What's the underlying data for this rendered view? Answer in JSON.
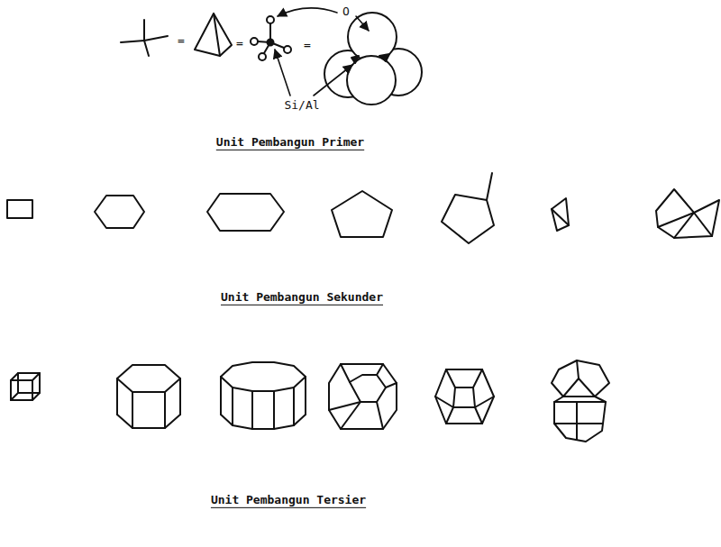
{
  "diagram": {
    "labels": [
      "=",
      "=",
      "=",
      "O",
      "Si/Al",
      "Unit Pembangun Primer",
      "Unit Pembangun Sekunder",
      "Unit Pembangun Tersier"
    ]
  }
}
